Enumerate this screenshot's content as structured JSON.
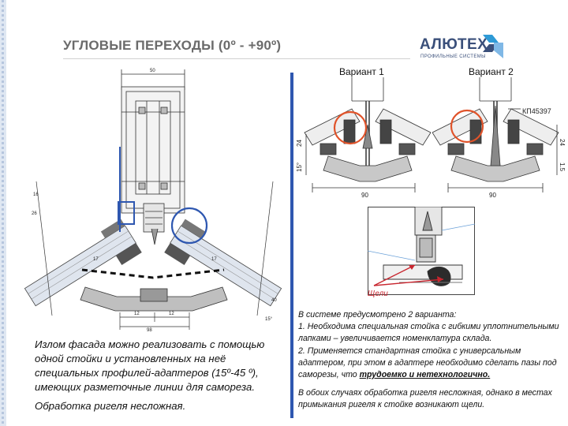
{
  "header": {
    "title": "УГЛОВЫЕ ПЕРЕХОДЫ (0º - +90º)"
  },
  "logo": {
    "name": "АЛЮТЕХ",
    "subtitle": "ПРОФИЛЬНЫЕ СИСТЕМЫ"
  },
  "colors": {
    "accent_blue": "#2e57b0",
    "highlight_red": "#e0532a",
    "logo_blue": "#3a4f7a"
  },
  "left_drawing": {
    "dims": {
      "top_width": "50",
      "bottom_width": "98",
      "bottom_dim_a": "12",
      "bottom_dim_b": "12",
      "mid_dim_a": "17",
      "mid_dim_b": "17",
      "left_angle": "16",
      "left_height": "26",
      "right_height": "40",
      "right_angle": "15°"
    }
  },
  "variants": {
    "v1": {
      "label": "Вариант 1",
      "dim_left_a": "24",
      "dim_left_b": "15°",
      "dim_bottom": "90"
    },
    "v2": {
      "label": "Вариант 2",
      "part_code": "КП45397",
      "dim_right_a": "24",
      "dim_right_b": "1.5",
      "dim_bottom": "90"
    }
  },
  "detail": {
    "gap_label": "Щели"
  },
  "left_text": {
    "para1": "Излом фасада можно реализовать с помощью одной стойки и установленных на неё специальных профилей-адаптеров (15º-45 º), имеющих разметочные линии для самореза.",
    "para2": "Обработка ригеля несложная."
  },
  "right_text": {
    "line1": "В системе предусмотрено 2 варианта:",
    "line2": "1. Необходима специальная стойка с гибкими уплотнительными лапками – увеличивается номенклатура склада.",
    "line3_a": "2. Применяется стандартная стойка с универсальным адаптером, при этом в адаптере необходимо  сделать пазы под саморезы, что ",
    "line3_b": "трудоемко и нетехнологично.",
    "line4": "В обоих случаях обработка ригеля несложная, однако в местах примыкания ригеля к стойке возникают щели."
  }
}
